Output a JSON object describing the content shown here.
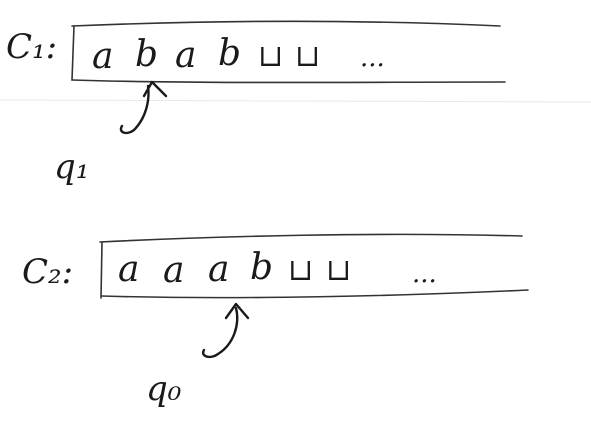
{
  "configurations": [
    {
      "label": "C₁:",
      "tape": [
        "a",
        "b",
        "a",
        "b",
        "⊔",
        "⊔",
        "..."
      ],
      "head_index": 1,
      "state": "q₁"
    },
    {
      "label": "C₂:",
      "tape": [
        "a",
        "a",
        "a",
        "b",
        "⊔",
        "⊔",
        "..."
      ],
      "head_index": 2,
      "state": "q₀"
    }
  ],
  "colors": {
    "ink": "#1a1a1a",
    "background": "#ffffff"
  }
}
